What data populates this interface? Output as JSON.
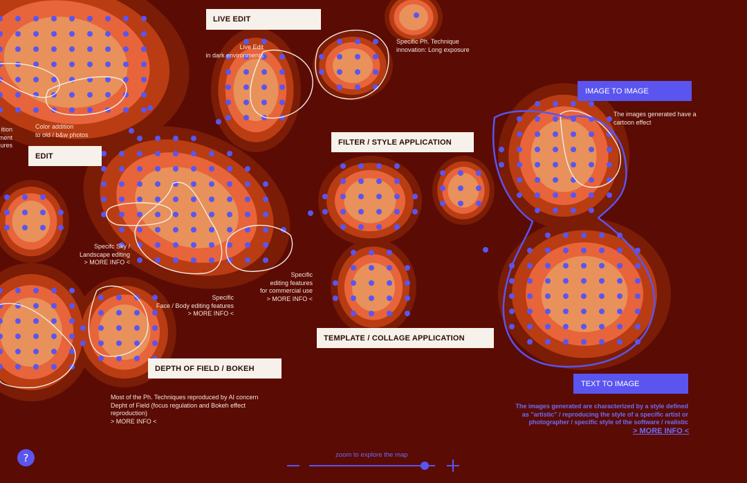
{
  "colors": {
    "background": "#5a0b04",
    "blob_outer": "#7a1c06",
    "blob_2": "#b93c12",
    "blob_3": "#e8643a",
    "blob_inner": "#e8915a",
    "dot": "#5b55f0",
    "outline_white": "#f3ece4",
    "accent_blue": "#5b55f0"
  },
  "categories": {
    "live_edit": "LIVE EDIT",
    "edit": "EDIT",
    "filter_style": "FILTER / STYLE APPLICATION",
    "template_collage": "TEMPLATE / COLLAGE APPLICATION",
    "depth_of_field": "DEPTH OF FIELD / BOKEH",
    "image_to_image": "IMAGE TO IMAGE",
    "text_to_image": "TEXT TO IMAGE"
  },
  "notes": {
    "live_edit_dark": [
      "Live Edit",
      "in dark environments"
    ],
    "long_exposure": [
      "Specific Ph. Technique",
      "innovation: Long exposure"
    ],
    "color_addition": [
      "Color addition",
      "to old / b&w photos"
    ],
    "left_cut": [
      "ition",
      "ment",
      "ures"
    ],
    "sky": [
      "Specifc Sky /",
      "Landscape editing"
    ],
    "commercial": [
      "Specific",
      "editing features",
      "for commercial use"
    ],
    "face_body": [
      "Specific",
      "Face / Body editing features"
    ],
    "cartoon": [
      "The images generated have a",
      "cartoon effect"
    ],
    "depth_desc": [
      "Most of the Ph. Techniques reproduced by AI concern",
      "Depht of Field (focus regulation and Bokeh effect",
      "reproduction)"
    ],
    "text_to_image_desc": [
      "The images generated are characterized by a style defined",
      "as \"artistic\" / reproducing the style of a specific artist or",
      "photographer / specific style of the software / realistic"
    ]
  },
  "more_info": "> MORE INFO <",
  "help_label": "?",
  "zoom": {
    "hint": "zoom to explore the map",
    "level": 0.92
  }
}
